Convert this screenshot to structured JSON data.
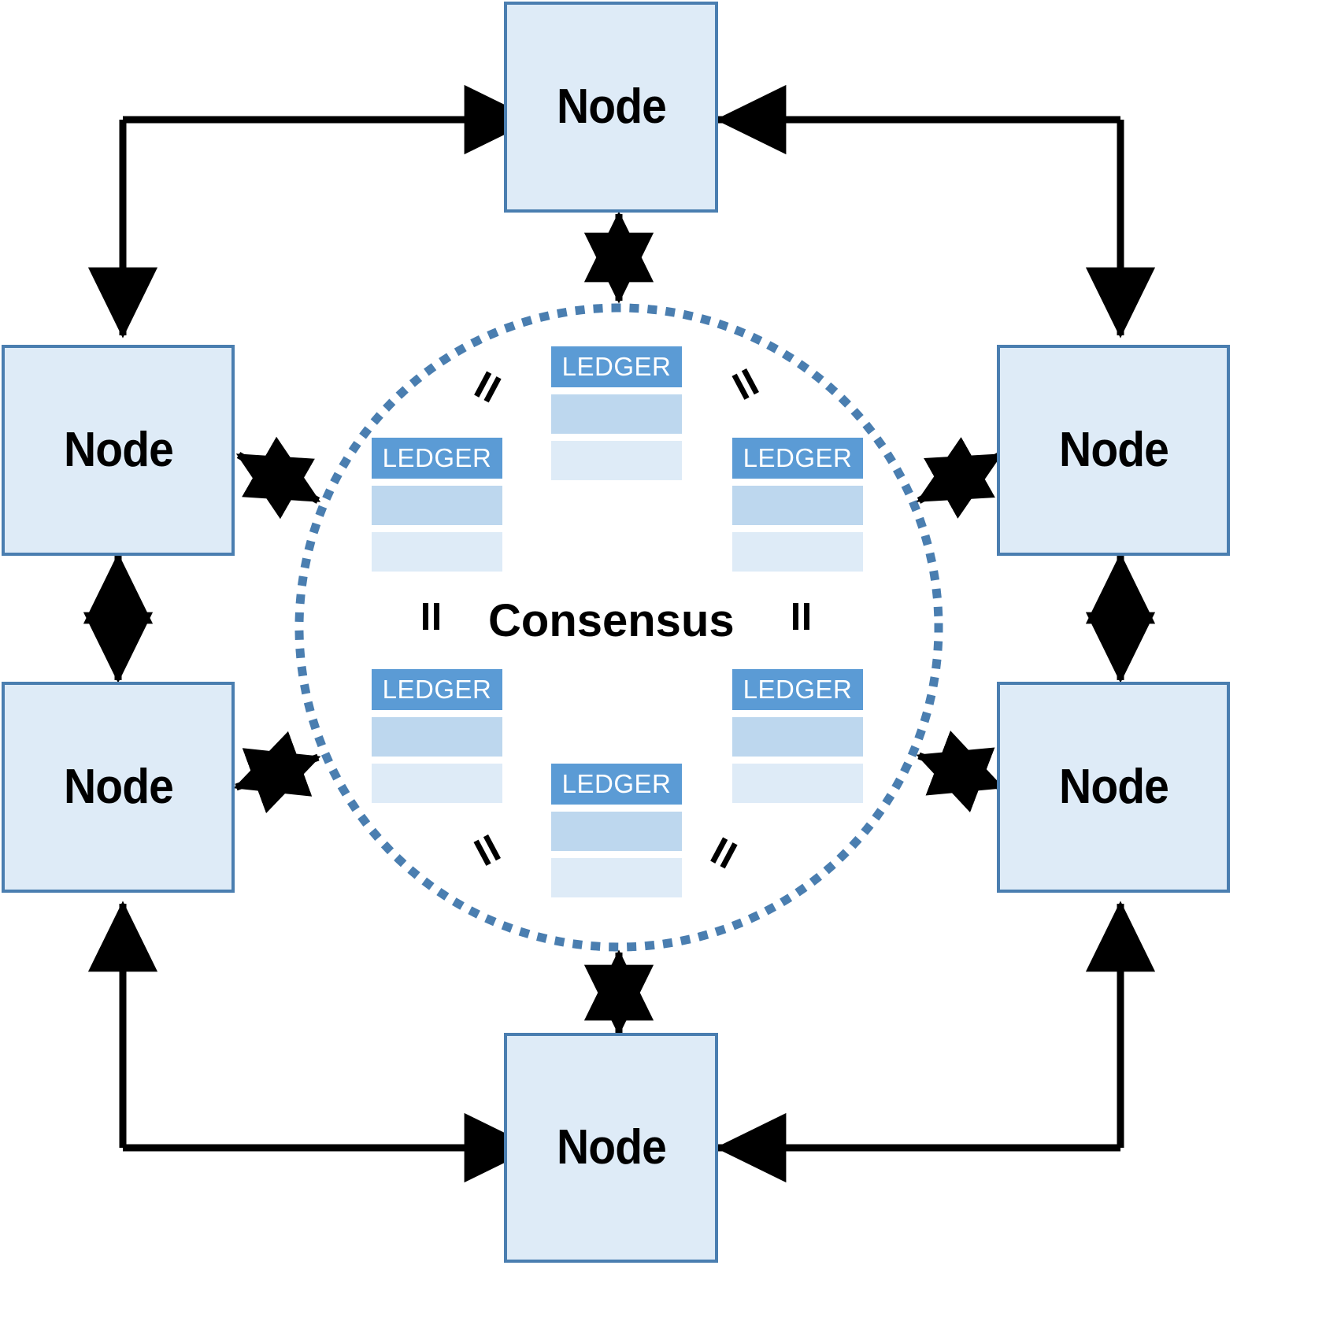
{
  "diagram": {
    "title": "Blockchain distributed ledger consensus network",
    "type": "network-diagram",
    "background_color": "#FFFFFF"
  },
  "colors": {
    "node_fill": "#DEEBF7",
    "node_border": "#4A7EB0",
    "ledger_header": "#5B9BD5",
    "ledger_row_1": "#BDD7EE",
    "ledger_row_2": "#DEEBF7",
    "circle_dots": "#4A7EB0",
    "arrow": "#000000",
    "text": "#000000",
    "ledger_header_text": "#FFFFFF"
  },
  "nodes": [
    {
      "id": "node-top",
      "label": "Node",
      "position": "top"
    },
    {
      "id": "node-left-upper",
      "label": "Node",
      "position": "left-upper"
    },
    {
      "id": "node-left-lower",
      "label": "Node",
      "position": "left-lower"
    },
    {
      "id": "node-right-upper",
      "label": "Node",
      "position": "right-upper"
    },
    {
      "id": "node-right-lower",
      "label": "Node",
      "position": "right-lower"
    },
    {
      "id": "node-bottom",
      "label": "Node",
      "position": "bottom"
    }
  ],
  "consensus": {
    "label": "Consensus",
    "equals_marks": 6
  },
  "ledgers": [
    {
      "id": "ledger-top",
      "label": "LEDGER",
      "position": "top-center"
    },
    {
      "id": "ledger-upper-left",
      "label": "LEDGER",
      "position": "upper-left"
    },
    {
      "id": "ledger-upper-right",
      "label": "LEDGER",
      "position": "upper-right"
    },
    {
      "id": "ledger-lower-left",
      "label": "LEDGER",
      "position": "lower-left"
    },
    {
      "id": "ledger-lower-right",
      "label": "LEDGER",
      "position": "lower-right"
    },
    {
      "id": "ledger-bottom",
      "label": "LEDGER",
      "position": "bottom-center"
    }
  ]
}
